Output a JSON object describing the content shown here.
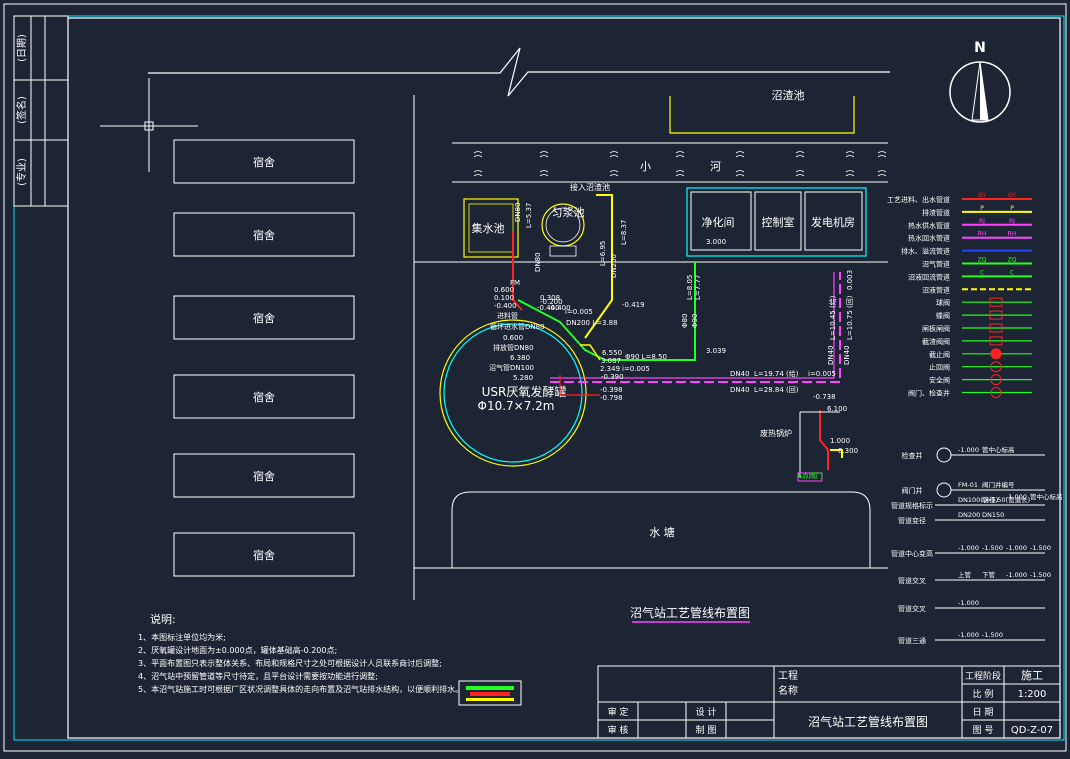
{
  "title_side": {
    "top": "(日期)",
    "middle": "(签名)",
    "bottom": "(专业)"
  },
  "north": "N",
  "labels": {
    "biogas_pond": "沼渣池",
    "river_a": "小",
    "river_b": "河",
    "dormitory": "宿舍",
    "collector": "集水池",
    "sludge_tank": "匀浆池",
    "inlet_pipe": "接入沼渣池",
    "purify": "净化间",
    "control": "控制室",
    "generator": "发电机房",
    "reactor_name": "USR厌氧发酵罐",
    "reactor_size": "Φ10.7×7.2m",
    "water_tank": "水  塘",
    "boiler": "废热锅炉",
    "valve_a": "A点阀门",
    "drawing_title": "沼气站工艺管线布置图"
  },
  "pipe_labels": [
    "DN80",
    "L=5.37",
    "DN80",
    "0.600",
    "0.100",
    "-0.400",
    "-0.200",
    "0.308",
    "i=0.005",
    "-0.440",
    "-0.400",
    "L=6.95",
    "DN200",
    "L=8.37",
    "进料管",
    "循环进水管DN80",
    "0.600",
    "排放管DN80",
    "6.380",
    "沼气管DN100",
    "5.280",
    "DN200 L=3.88",
    "-0.419",
    "3.000",
    "L=8.05",
    "L=7.77",
    "Φ80",
    "Φ90",
    "6.550",
    "3.087",
    "2.349",
    "-0.390",
    "-0.398",
    "-0.798",
    "Φ90 L=8.50",
    "i=0.005",
    "3.039",
    "DN40",
    "L=19.74 (给)",
    "i=0.005",
    "DN40",
    "L=28.84 (回)",
    "-0.738",
    "DN40",
    "L=10.45 (给)",
    "DN40",
    "L=10.75 (回)",
    "0.003",
    "6.100",
    "1.000",
    "0.300",
    "FM"
  ],
  "legend": {
    "items": [
      {
        "label": "工艺进料、出水管道",
        "code": "GY",
        "color": "#ff2222"
      },
      {
        "label": "排渣管道",
        "code": "P",
        "color": "#ffff00"
      },
      {
        "label": "热水供水管道",
        "code": "RJ",
        "color": "#ff44ff"
      },
      {
        "label": "热水回水管道",
        "code": "RH",
        "color": "#ff44ff"
      },
      {
        "label": "排水、溢流管道",
        "code": "",
        "color": "#2244ff"
      },
      {
        "label": "沼气管道",
        "code": "ZQ",
        "color": "#22ff22"
      },
      {
        "label": "沼液回流管道",
        "code": "C",
        "color": "#22ff22"
      },
      {
        "label": "沼液管道",
        "code": "",
        "color": "#ffff00"
      },
      {
        "label": "球阀",
        "code": "",
        "color": "#ff2222"
      },
      {
        "label": "蝶阀",
        "code": "",
        "color": "#ff2222"
      },
      {
        "label": "闸板闸阀",
        "code": "",
        "color": "#ff2222"
      },
      {
        "label": "截渣阀阀",
        "code": "",
        "color": "#ff2222"
      },
      {
        "label": "截止阀",
        "code": "",
        "color": "#ff2222"
      },
      {
        "label": "止回阀",
        "code": "",
        "color": "#ff2222"
      },
      {
        "label": "安全阀",
        "code": "",
        "color": "#ff2222"
      },
      {
        "label": "阀门、检查井",
        "code": "",
        "color": "#ff2222"
      }
    ],
    "notes": [
      {
        "label": "检查井",
        "a": "-1.000",
        "b": "管中心标高"
      },
      {
        "label": "阀门井",
        "a": "FM-01",
        "b": "阀门井编号",
        "c": "-1.000",
        "d": "管中心标高"
      },
      {
        "label": "管道规格标示",
        "a": "DN100(管径)",
        "b": "L=5.50(管道长)"
      },
      {
        "label": "管道变径",
        "a": "DN200",
        "b": "DN150"
      },
      {
        "label": "管道中心变高",
        "a": "-1.000",
        "b": "-1.500",
        "c": "-1.000",
        "d": "-1.500"
      },
      {
        "label": "管道交叉",
        "a": "上管",
        "b": "下管",
        "c": "-1.000",
        "d": "-1.500"
      },
      {
        "label": "管道交叉",
        "a": "-1.000",
        "b": ""
      },
      {
        "label": "管道三通",
        "a": "-1.000",
        "b": "-1.500"
      }
    ]
  },
  "notes": {
    "heading": "说明:",
    "lines": [
      "1、本图标注单位均为米;",
      "2、厌氧罐设计地面为±0.000点，罐体基础高-0.200点;",
      "3、平面布置图只表示整体关系、布局和规格尺寸之处可根据设计人员联系商讨后调整;",
      "4、沼气站中预留管道等尺寸待定，且平台设计需要按功能进行调整;",
      "5、本沼气站施工时可根据厂区状况调整具体的走向布置及沼气站排水结构，以便顺利排水。"
    ]
  },
  "title_block": {
    "project_label": "工程",
    "name_label": "名称",
    "stage_label": "工程阶段",
    "stage_value": "施工",
    "scale_label": "比  例",
    "scale_value": "1:200",
    "date_label": "日  期",
    "drawing_no_label": "图  号",
    "drawing_no_value": "QD-Z-07",
    "review": "审  定",
    "check": "审  核",
    "design": "设  计",
    "draw": "制  图",
    "title": "沼气站工艺管线布置图"
  },
  "colors": {
    "bg": "#1d2433",
    "line": "#ffffff",
    "yellow": "#ffff00",
    "cyan": "#00ffff",
    "green": "#22ff22",
    "magenta": "#ff44ff",
    "red": "#ff2222",
    "blue": "#3366ff"
  }
}
